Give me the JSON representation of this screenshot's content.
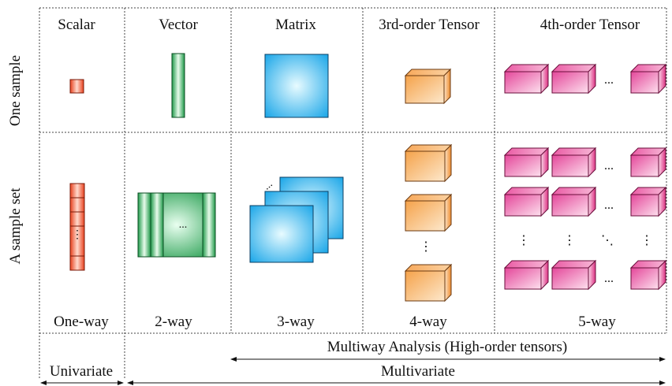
{
  "columns": [
    {
      "header": "Scalar",
      "footer": "One-way"
    },
    {
      "header": "Vector",
      "footer": "2-way"
    },
    {
      "header": "Matrix",
      "footer": "3-way"
    },
    {
      "header": "3rd-order Tensor",
      "footer": "4-way"
    },
    {
      "header": "4th-order Tensor",
      "footer": "5-way"
    }
  ],
  "rows": [
    "One sample",
    "A sample set"
  ],
  "ellipsis": "...",
  "vdots": "⋮",
  "ddots": "⋱",
  "bottom": {
    "multiway": "Multiway Analysis (High-order tensors)",
    "multivariate": "Multivariate",
    "univariate": "Univariate"
  },
  "colors": {
    "scalar": "#e8411e",
    "vector": "#1f9a4a",
    "matrix": "#19a9e6",
    "tensor3": "#f08a2a",
    "tensor4": "#e0307f"
  }
}
